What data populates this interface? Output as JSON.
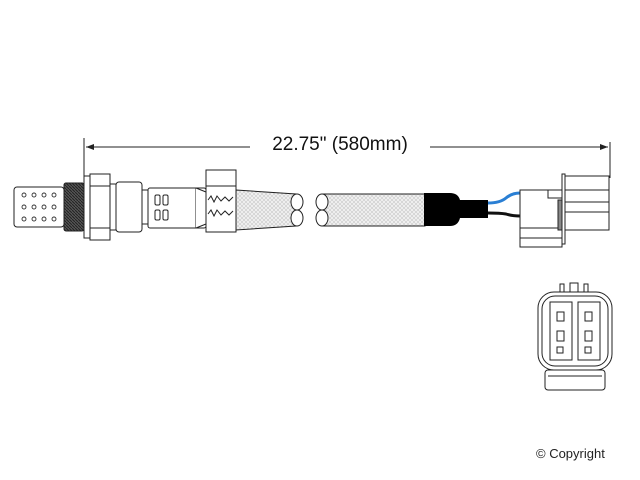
{
  "diagram": {
    "subject": "Oxygen sensor with wiring harness and connector",
    "dimension": {
      "label": "22.75\" (580mm)",
      "inches": 22.75,
      "millimeters": 580
    },
    "wires": [
      {
        "name": "signal-wire",
        "color": "#2a7fd4"
      },
      {
        "name": "ground-wire",
        "color": "#111111"
      }
    ],
    "connector_view": {
      "pin_count": 4,
      "layout": "2x2"
    },
    "colors": {
      "line": "#222222",
      "braid_fill": "#e8e8e8",
      "heat_shrink": "#000000",
      "blue_wire": "#2a7fd4"
    }
  },
  "footer": {
    "copyright": "© Copyright"
  }
}
